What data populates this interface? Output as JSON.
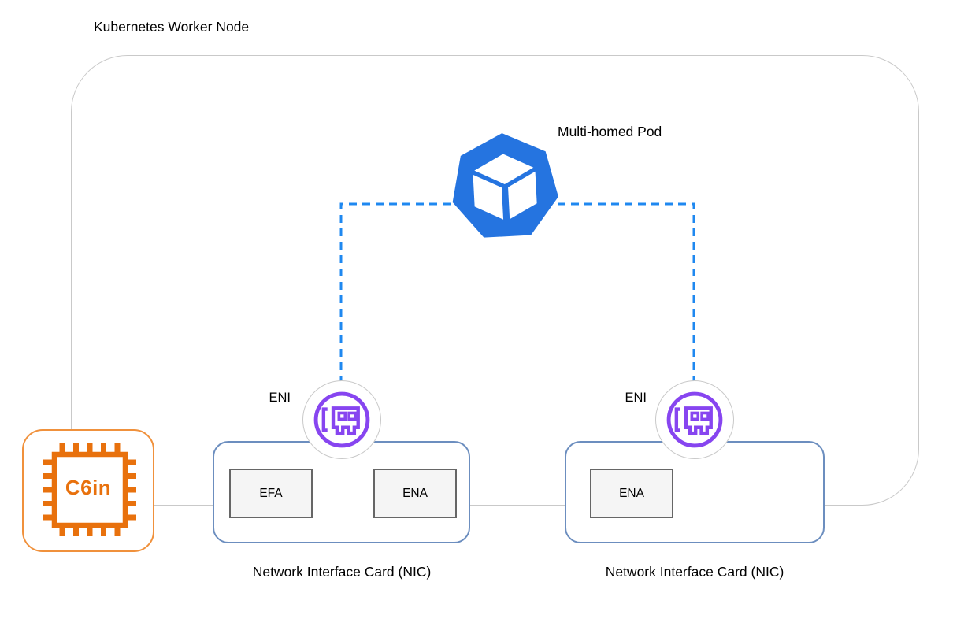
{
  "diagram": {
    "title": "Kubernetes Worker Node",
    "pod": {
      "label": "Multi-homed Pod",
      "icon": "kubernetes-pod-icon"
    },
    "instance": {
      "label": "C6in",
      "icon": "cpu-chip-icon"
    },
    "eni_left": {
      "label": "ENI",
      "icon": "network-card-icon"
    },
    "eni_right": {
      "label": "ENI",
      "icon": "network-card-icon"
    },
    "nic_left": {
      "caption": "Network Interface Card (NIC)",
      "adapters": {
        "efa": "EFA",
        "ena": "ENA"
      }
    },
    "nic_right": {
      "caption": "Network Interface Card (NIC)",
      "adapters": {
        "ena": "ENA"
      }
    },
    "colors": {
      "pod_blue": "#2574e0",
      "dash_blue": "#1f88f0",
      "eni_purple": "#8745f0",
      "nic_border_blue": "#6c8ebf",
      "adapter_fill": "#f5f5f5",
      "adapter_border": "#666666",
      "node_border_gray": "#c9c9c9",
      "chip_orange": "#e8710d",
      "chip_border_orange": "#f0913c",
      "text_black": "#000000"
    }
  }
}
